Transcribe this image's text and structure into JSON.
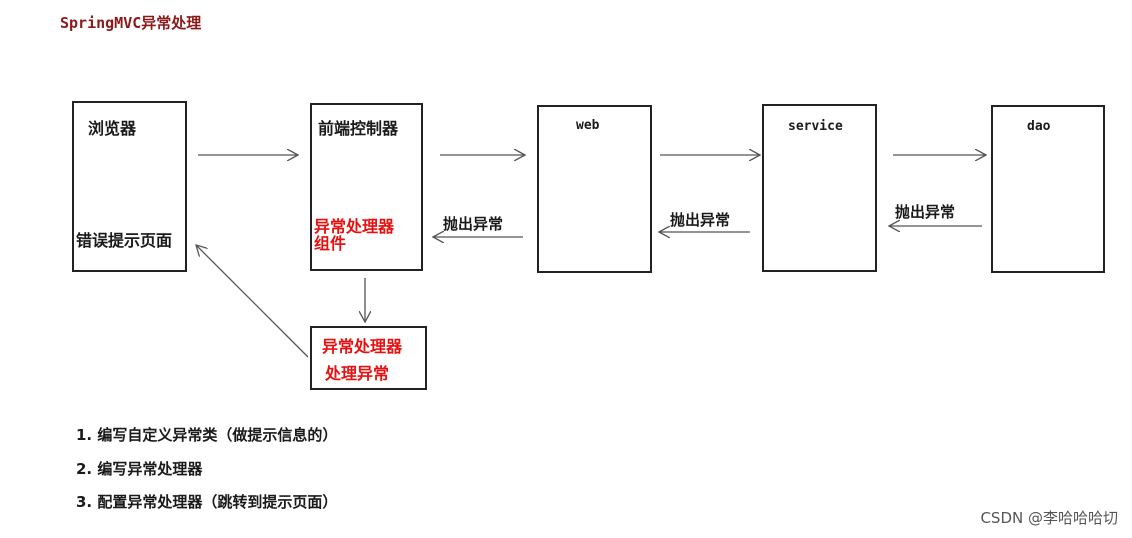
{
  "title": "SpringMVC异常处理",
  "nodes": {
    "browser": {
      "label": "浏览器",
      "sub_label": "错误提示页面"
    },
    "front_controller": {
      "label": "前端控制器",
      "sub_label": "异常处理器组件",
      "sub_label_line1": "异常处理器",
      "sub_label_line2": "组件"
    },
    "web": {
      "label": "web"
    },
    "service": {
      "label": "service"
    },
    "dao": {
      "label": "dao"
    },
    "handler": {
      "line1": "异常处理器",
      "line2": "处理异常"
    }
  },
  "edges": {
    "dao_to_service": "抛出异常",
    "service_to_web": "抛出异常",
    "web_to_controller": "抛出异常"
  },
  "steps": [
    "1. 编写自定义异常类（做提示信息的）",
    "2. 编写异常处理器",
    "3. 配置异常处理器（跳转到提示页面）"
  ],
  "watermark": "CSDN @李哈哈哈切"
}
